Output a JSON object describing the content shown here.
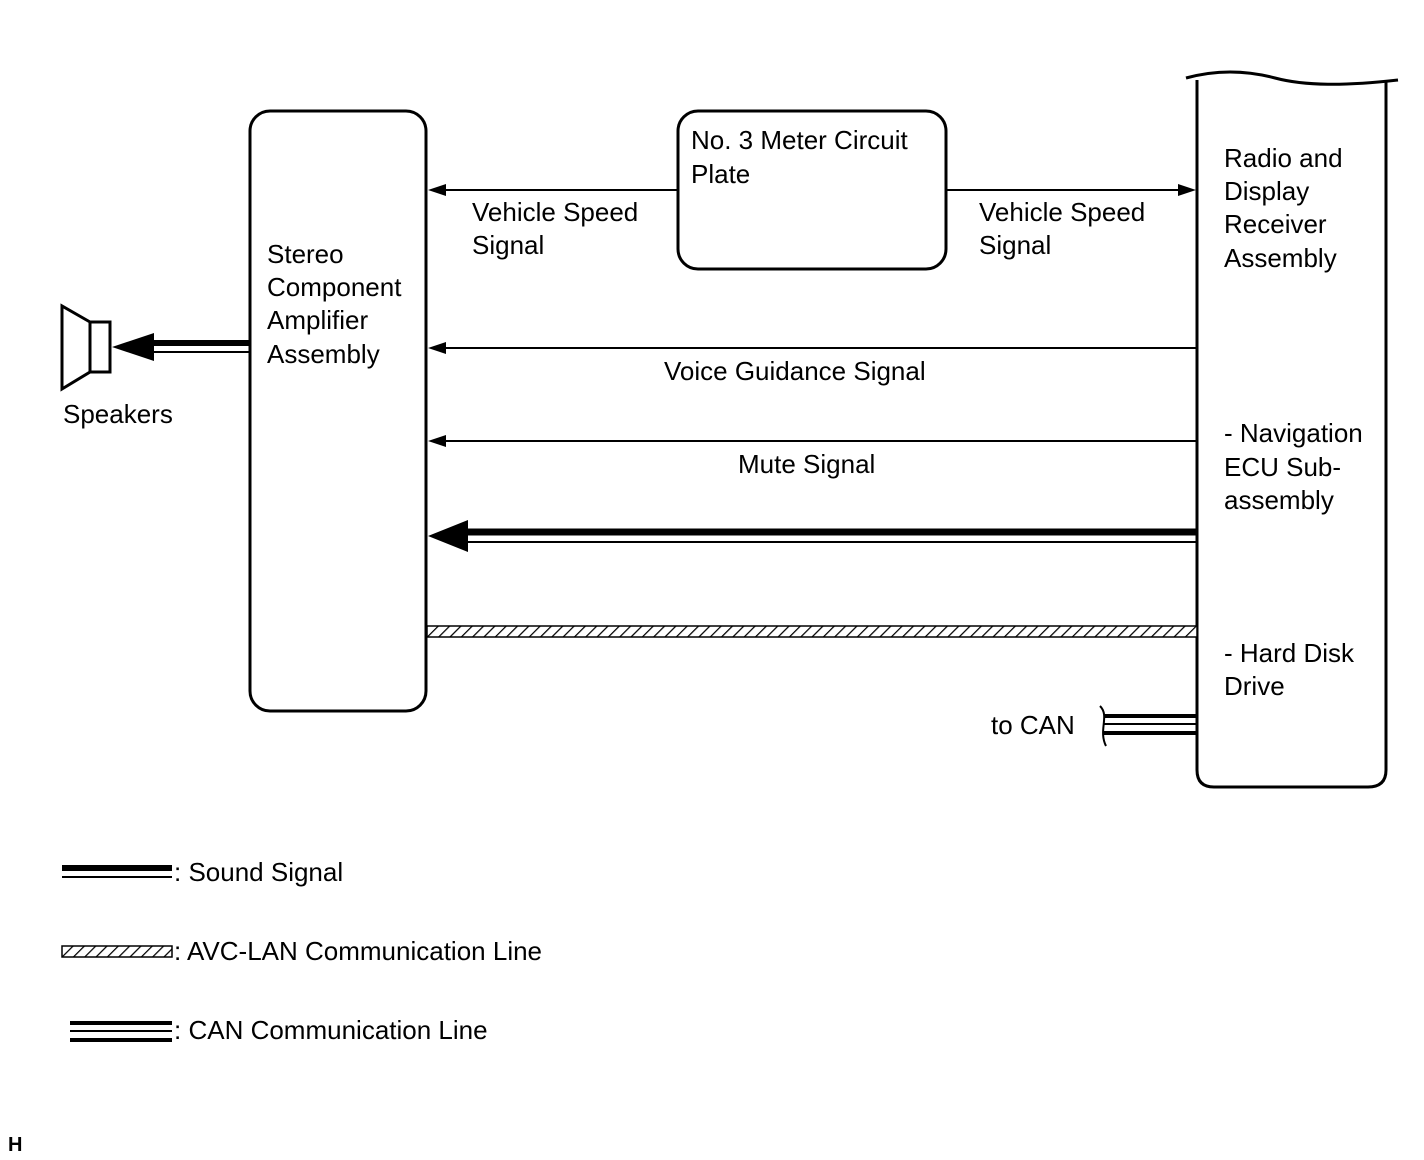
{
  "components": {
    "amplifier": {
      "lines": [
        "Stereo",
        "Component",
        "Amplifier",
        "Assembly"
      ]
    },
    "meter": {
      "lines": [
        "No. 3 Meter Circuit",
        "Plate"
      ]
    },
    "radio": {
      "title_lines": [
        "Radio and",
        "Display",
        "Receiver",
        "Assembly"
      ],
      "sub1_lines": [
        "- Navigation",
        "ECU Sub-",
        "assembly"
      ],
      "sub2_lines": [
        "- Hard Disk",
        "Drive"
      ]
    },
    "speakers": {
      "label": "Speakers"
    }
  },
  "signals": {
    "vehicle_speed_left": [
      "Vehicle Speed",
      "Signal"
    ],
    "vehicle_speed_right": [
      "Vehicle Speed",
      "Signal"
    ],
    "voice_guidance": "Voice Guidance Signal",
    "mute": "Mute Signal",
    "to_can": "to CAN"
  },
  "legend": {
    "sound": ": Sound Signal",
    "avc_lan": ": AVC-LAN Communication Line",
    "can": ": CAN Communication Line"
  },
  "corner_mark": "H"
}
